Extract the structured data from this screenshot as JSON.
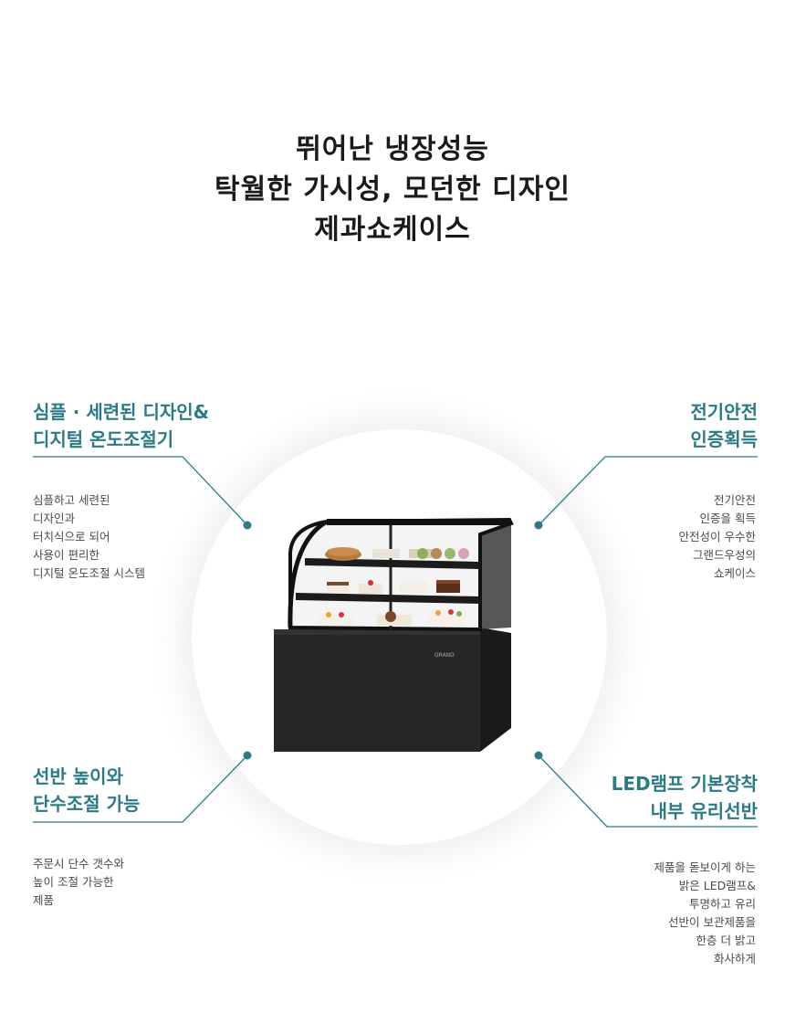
{
  "headline": {
    "line1": "뛰어난 냉장성능",
    "line2": "탁월한 가시성, 모던한 디자인",
    "line3": "제과쇼케이스"
  },
  "features": {
    "design": {
      "title_line1": "심플 · 세련된 디자인&",
      "title_line2": "디지털 온도조절기",
      "desc": [
        "심플하고 세련된",
        "디자인과",
        "터치식으로 되어",
        "사용이 편리한",
        "디지털 온도조절 시스템"
      ]
    },
    "safety": {
      "title_line1": "전기안전",
      "title_line2": "인증획득",
      "desc": [
        "전기안전",
        "인증을 획득",
        "안전성이 우수한",
        "그랜드우성의",
        "쇼케이스"
      ]
    },
    "shelf": {
      "title_line1": "선반 높이와",
      "title_line2": "단수조절 가능",
      "desc": [
        "주문시 단수 갯수와",
        "높이 조절 가능한",
        "제품"
      ]
    },
    "led": {
      "title_line1": "LED램프 기본장착",
      "title_line2": "내부 유리선반",
      "desc": [
        "제품을 돋보이게 하는",
        "밝은 LED램프&",
        "투명하고 유리",
        "선반이 보관제품을",
        "한층 더 밝고",
        "화사하게"
      ]
    }
  },
  "product": {
    "brand_plate": "GRAND"
  },
  "colors": {
    "accent": "#2b7b86",
    "cabinet": "#262626"
  }
}
